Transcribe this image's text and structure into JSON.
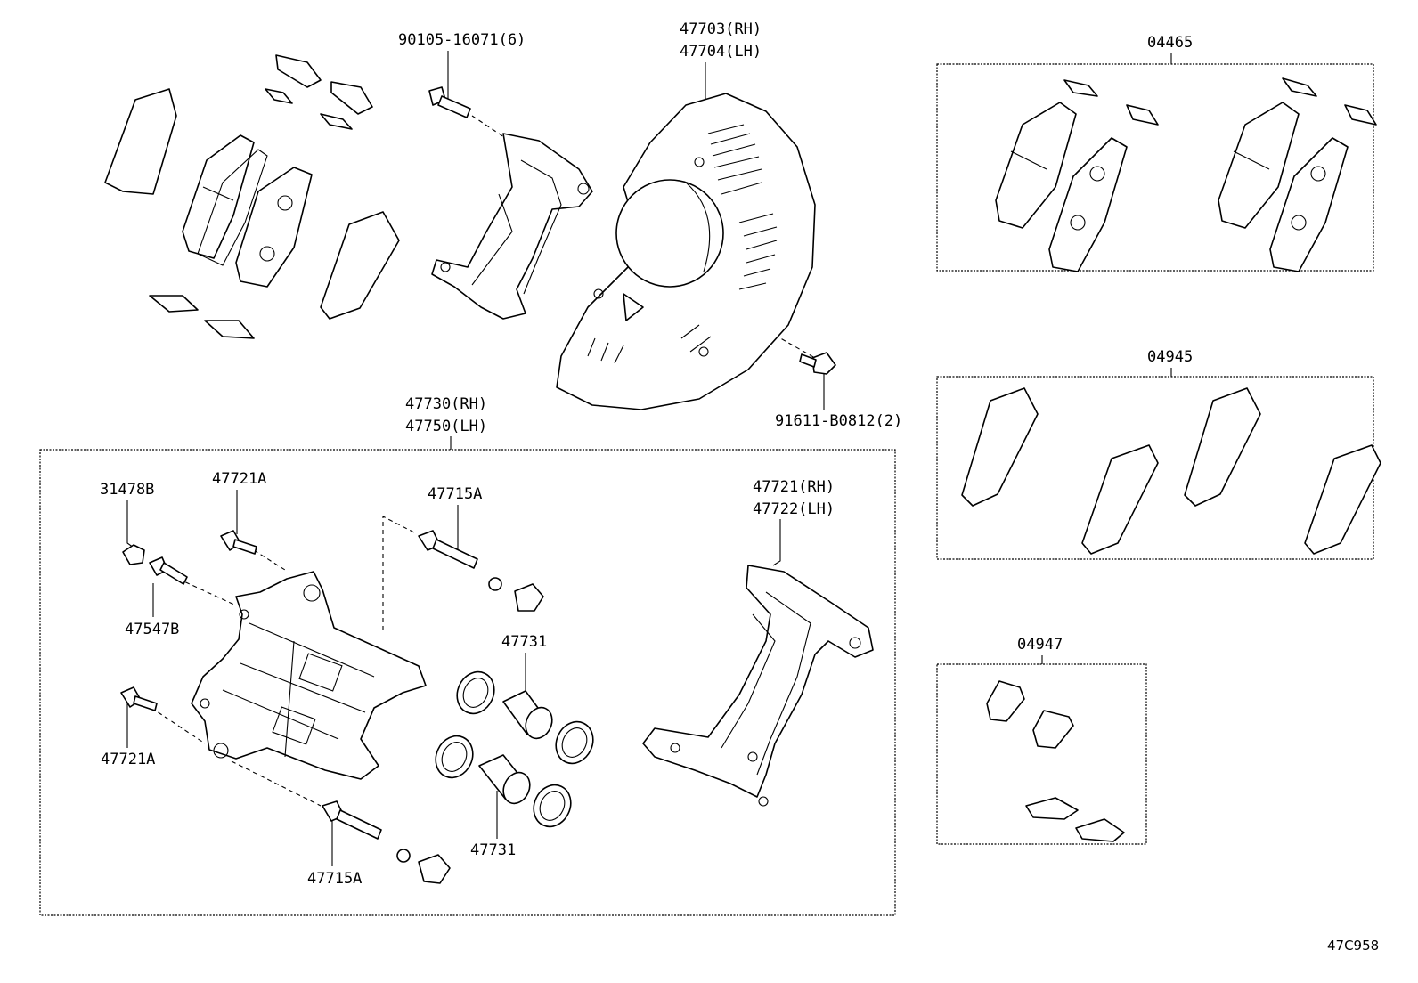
{
  "labels": {
    "bolt_upper": "90105-16071(6)",
    "dust_cover_rh": "47703(RH)",
    "dust_cover_lh": "47704(LH)",
    "pad_kit_a": "04465",
    "pad_kit_b": "04945",
    "pad_kit_c": "04947",
    "cover_bolt": "91611-B0812(2)",
    "caliper_rh": "47730(RH)",
    "caliper_lh": "47750(LH)",
    "cap": "31478B",
    "bleeder": "47547B",
    "bolt_a_top": "47721A",
    "bolt_a_bottom": "47721A",
    "pin_top": "47715A",
    "pin_bottom": "47715A",
    "mounting_rh": "47721(RH)",
    "mounting_lh": "47722(LH)",
    "piston_top": "47731",
    "piston_bottom": "47731",
    "diagram_code": "47C958"
  }
}
